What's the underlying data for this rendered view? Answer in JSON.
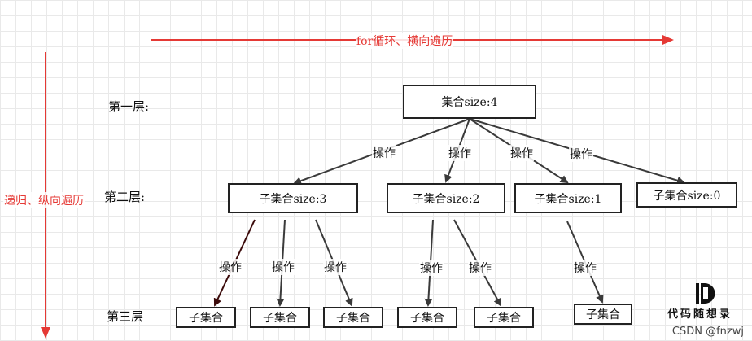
{
  "top_arrow_label": "for循环、横向遍历",
  "left_arrow_label": "递归、纵向遍历",
  "layers": {
    "first": "第一层:",
    "second": "第二层:",
    "third": "第三层"
  },
  "nodes": {
    "root": "集合size:4",
    "l2": [
      "子集合size:3",
      "子集合size:2",
      "子集合size:1",
      "子集合size:0"
    ],
    "l3": [
      "子集合",
      "子集合",
      "子集合",
      "子集合",
      "子集合",
      "子集合"
    ]
  },
  "edge_label": "操作",
  "logo_text": "代码随想录",
  "watermark": "CSDN @fnzwj",
  "colors": {
    "accent": "#e53935",
    "line": "#3a3a3a"
  }
}
